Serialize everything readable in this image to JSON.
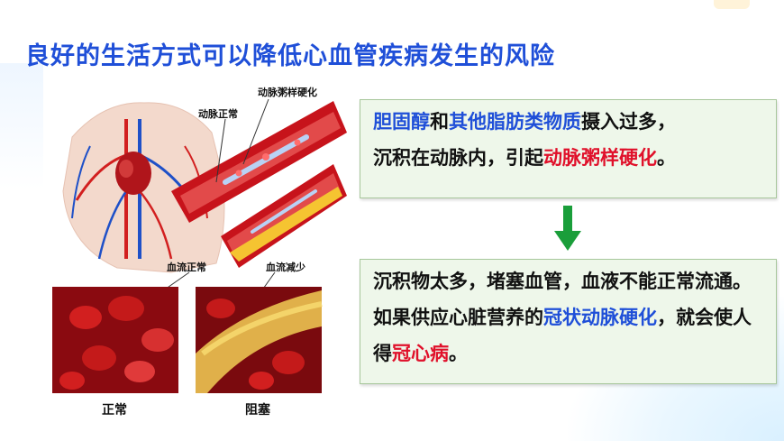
{
  "title": "良好的生活方式可以降低心血管疾病发生的风险",
  "labels": {
    "atherosclerosis": "动脉粥样硬化",
    "normal_artery": "动脉正常",
    "blood_normal": "血流正常",
    "blood_reduced": "血流减少",
    "caption_normal": "正常",
    "caption_blocked": "阻塞"
  },
  "box1": {
    "part1": "胆固醇",
    "part2": "和",
    "part3": "其他脂肪类物质",
    "part4": "摄入过多，",
    "part5": "沉积在动脉内，引起",
    "part6": "动脉粥样硬化",
    "part7": "。"
  },
  "box2": {
    "part1": "沉积物太多，堵塞血管，血液不能正常流通。如果供应心脏营养的",
    "part2": "冠状动脉硬化",
    "part3": "，就会使人得",
    "part4": "冠心病",
    "part5": "。"
  },
  "colors": {
    "title": "#1f4fd8",
    "highlight_blue": "#1f4fd8",
    "highlight_red": "#e0102a",
    "box_bg": "#eef7ea",
    "arrow": "#1a9e3a"
  }
}
